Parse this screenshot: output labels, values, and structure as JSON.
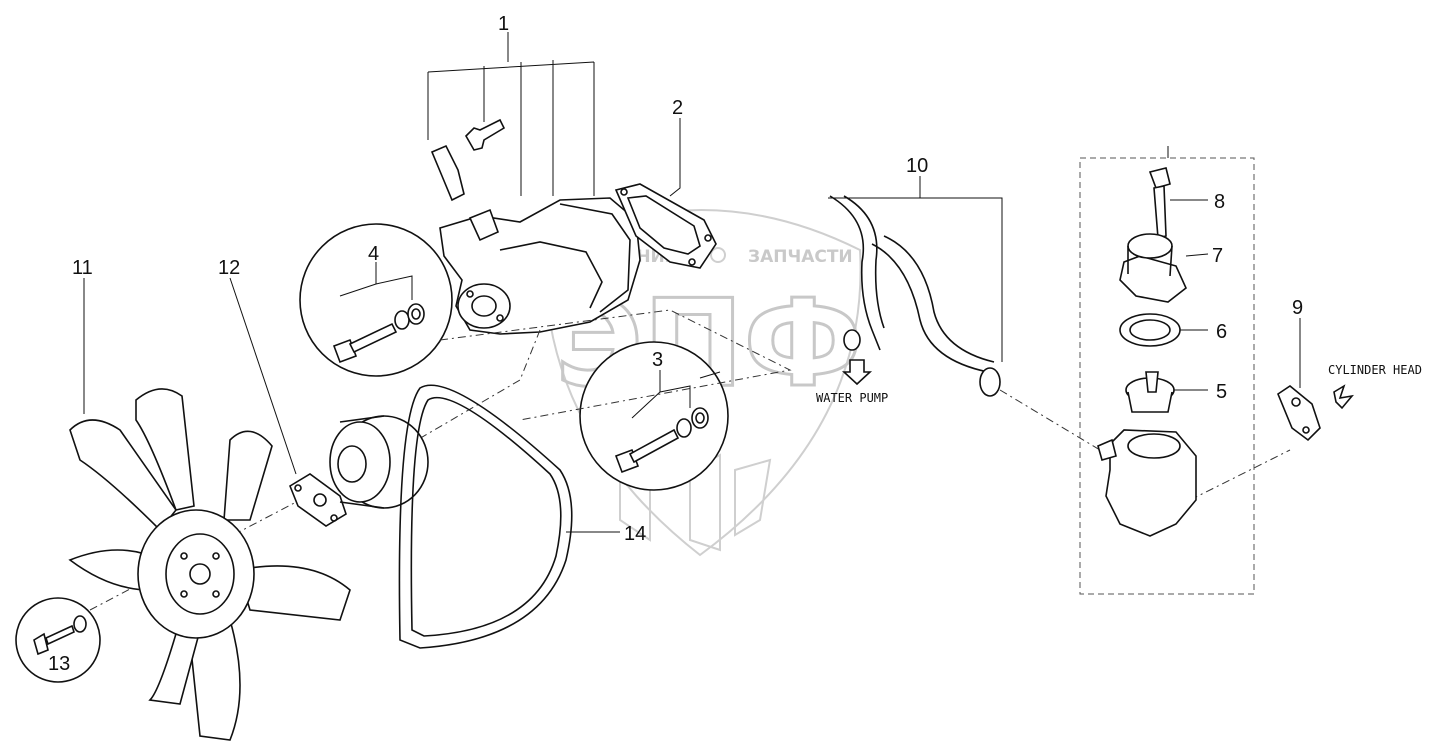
{
  "watermark": {
    "brand_left": "ТЕХНИКА",
    "brand_right": "ЗАПЧАСТИ",
    "logo_letters": "ЭПФ"
  },
  "callouts": {
    "c1": "1",
    "c2": "2",
    "c3": "3",
    "c4": "4",
    "c5": "5",
    "c6": "6",
    "c7": "7",
    "c8": "8",
    "c9": "9",
    "c10": "10",
    "c11": "11",
    "c12": "12",
    "c13": "13",
    "c14": "14"
  },
  "captions": {
    "water_pump": "WATER PUMP",
    "cylinder_head": "CYLINDER HEAD"
  },
  "colors": {
    "line": "#111111",
    "watermark": "#c8c8c8",
    "background": "#ffffff"
  }
}
